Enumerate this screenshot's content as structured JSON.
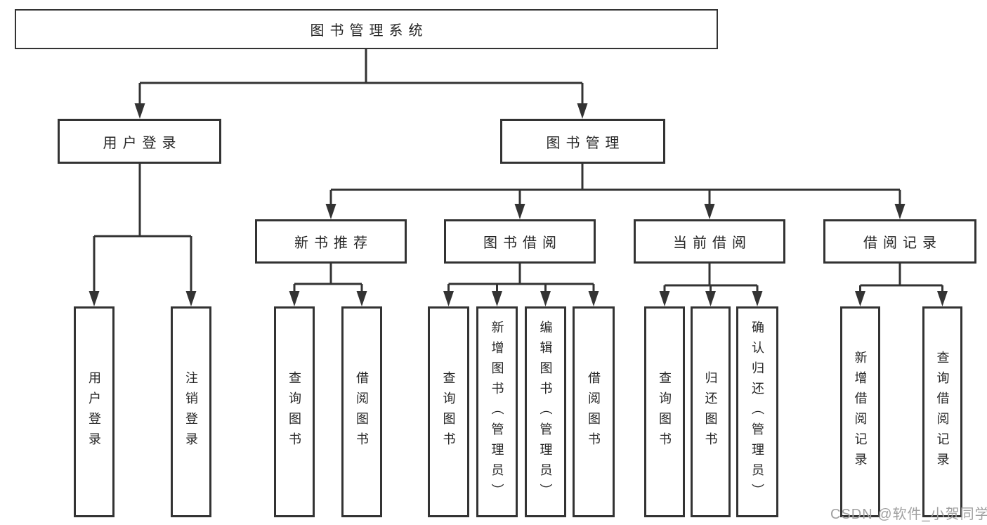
{
  "diagram": {
    "title": "图书管理系统",
    "root": {
      "label": "图书管理系统"
    },
    "level1": [
      {
        "label": "用户登录",
        "children": [
          {
            "label": "用户登录"
          },
          {
            "label": "注销登录"
          }
        ]
      },
      {
        "label": "图书管理",
        "children": [
          {
            "label": "新书推荐",
            "children": [
              {
                "label": "查询图书"
              },
              {
                "label": "借阅图书"
              }
            ]
          },
          {
            "label": "图书借阅",
            "children": [
              {
                "label": "查询图书"
              },
              {
                "label": "新增图书（管理员）"
              },
              {
                "label": "编辑图书（管理员）"
              },
              {
                "label": "借阅图书"
              }
            ]
          },
          {
            "label": "当前借阅",
            "children": [
              {
                "label": "查询图书"
              },
              {
                "label": "归还图书"
              },
              {
                "label": "确认归还（管理员）"
              }
            ]
          },
          {
            "label": "借阅记录",
            "children": [
              {
                "label": "新增借阅记录"
              },
              {
                "label": "查询借阅记录"
              }
            ]
          }
        ]
      }
    ],
    "line_color": "#333333",
    "text_color": "#262626",
    "background_color": "#ffffff"
  },
  "watermark": {
    "text": "CSDN @软件_小贺同学"
  }
}
